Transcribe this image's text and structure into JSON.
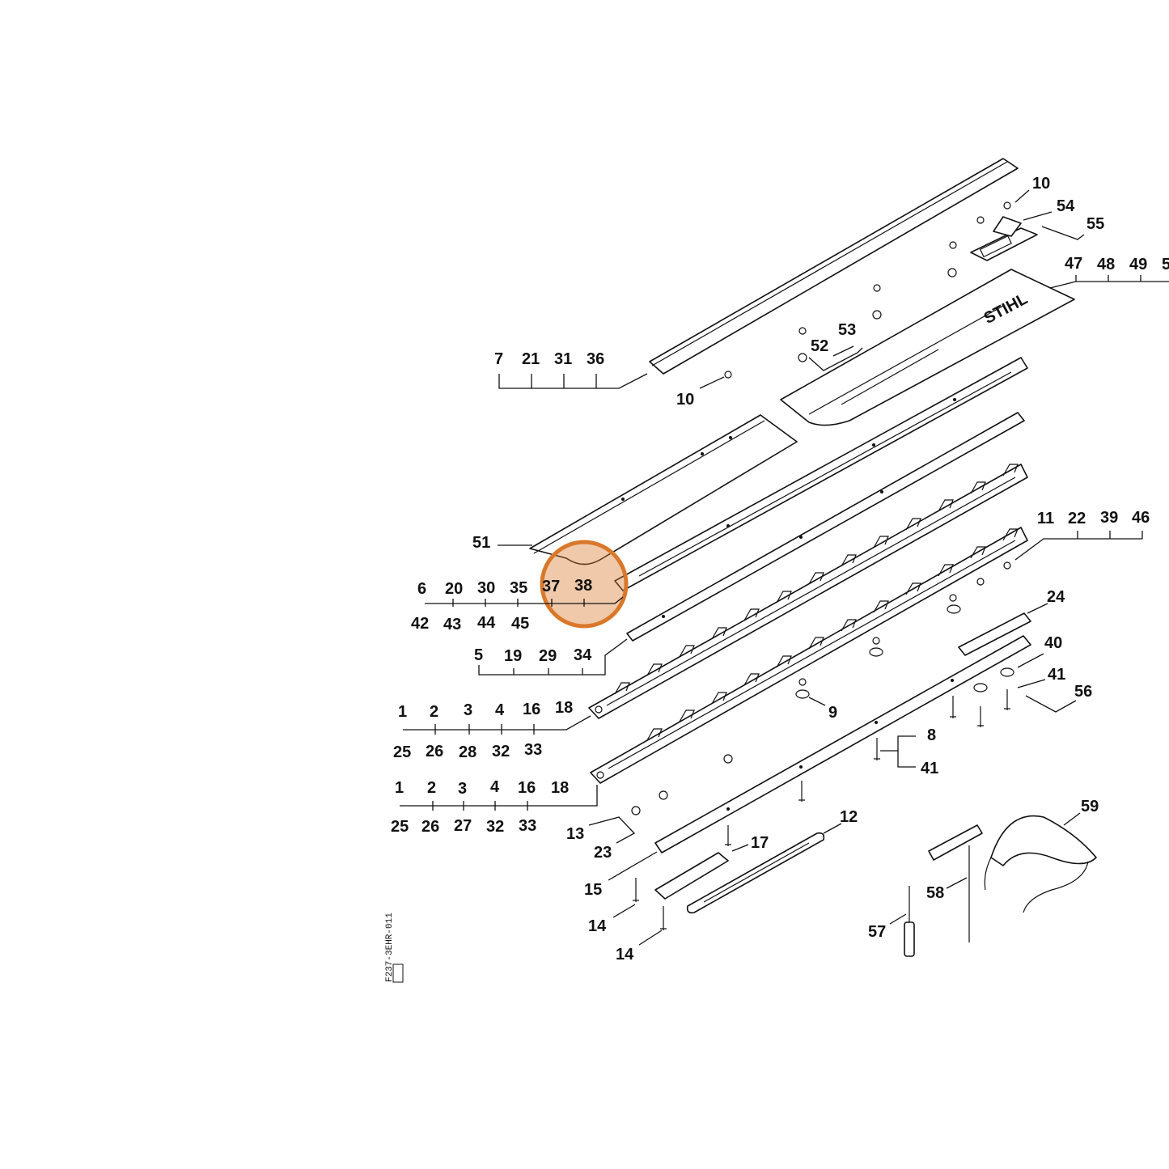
{
  "highlight_color": "#d9782a",
  "callouts": {
    "c10a": "10",
    "c54": "54",
    "c55": "55",
    "c47": "47",
    "c48": "48",
    "c49": "49",
    "c50": "5",
    "c7": "7",
    "c21": "21",
    "c31": "31",
    "c36": "36",
    "c10b": "10",
    "c52": "52",
    "c53": "53",
    "c51": "51",
    "c6": "6",
    "c20": "20",
    "c30": "30",
    "c35": "35",
    "c37": "37",
    "c38": "38",
    "c42": "42",
    "c43": "43",
    "c44": "44",
    "c45": "45",
    "c11": "11",
    "c22": "22",
    "c39": "39",
    "c46": "46",
    "c24": "24",
    "c5": "5",
    "c19": "19",
    "c29": "29",
    "c34": "34",
    "c40": "40",
    "c41a": "41",
    "c56": "56",
    "c9": "9",
    "r1": {
      "a": "1",
      "b": "2",
      "c": "3",
      "d": "4",
      "e": "16",
      "f": "18"
    },
    "r1b": {
      "a": "25",
      "b": "26",
      "c": "28",
      "d": "32",
      "e": "33"
    },
    "c8": "8",
    "c41b": "41",
    "r2": {
      "a": "1",
      "b": "2",
      "c": "3",
      "d": "4",
      "e": "16",
      "f": "18"
    },
    "r2b": {
      "a": "25",
      "b": "26",
      "c": "27",
      "d": "32",
      "e": "33"
    },
    "c59": "59",
    "c12": "12",
    "c13": "13",
    "c17": "17",
    "c23": "23",
    "c15": "15",
    "c58": "58",
    "c14a": "14",
    "c14b": "14",
    "c57": "57"
  },
  "drawing_code": "F237-3EHR-011"
}
